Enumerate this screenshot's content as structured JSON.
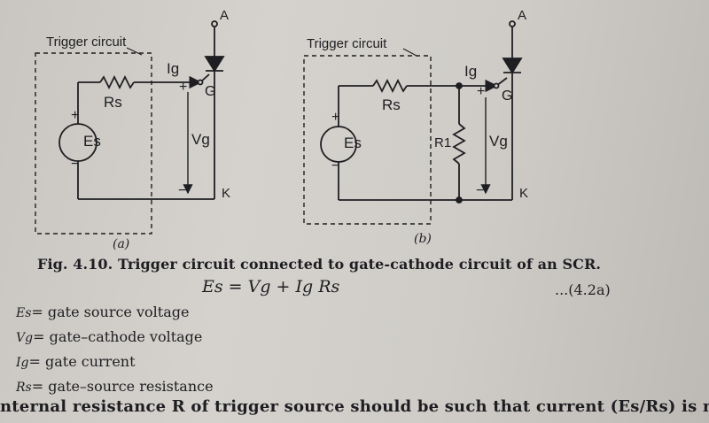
{
  "figure": {
    "left_circuit": {
      "box_label": "Trigger circuit",
      "source": "Es",
      "resistor": "Rs",
      "current": "Ig",
      "gate": "G",
      "anode": "A",
      "cathode": "K",
      "voltage": "Vg",
      "plus": "+",
      "minus": "−",
      "sublabel": "(a)"
    },
    "right_circuit": {
      "box_label": "Trigger circuit",
      "source": "Es",
      "resistor": "Rs",
      "shunt_resistor": "R1",
      "current": "Ig",
      "gate": "G",
      "anode": "A",
      "cathode": "K",
      "voltage": "Vg",
      "plus": "+",
      "minus": "−",
      "sublabel": "(b)"
    }
  },
  "caption": "Fig. 4.10. Trigger circuit connected to gate-cathode circuit of an SCR.",
  "equation": {
    "text": "Es = Vg + Ig Rs",
    "number": "...(4.2a)"
  },
  "definitions": [
    {
      "symbol": "Es",
      "text": "= gate source voltage"
    },
    {
      "symbol": "Vg",
      "text": "= gate–cathode voltage"
    },
    {
      "symbol": "Ig",
      "text": "= gate current"
    },
    {
      "symbol": "Rs",
      "text": "= gate–source resistance"
    }
  ],
  "bottom_text": "nternal resistance R of trigger source should be such that current (Es/Rs) is not"
}
